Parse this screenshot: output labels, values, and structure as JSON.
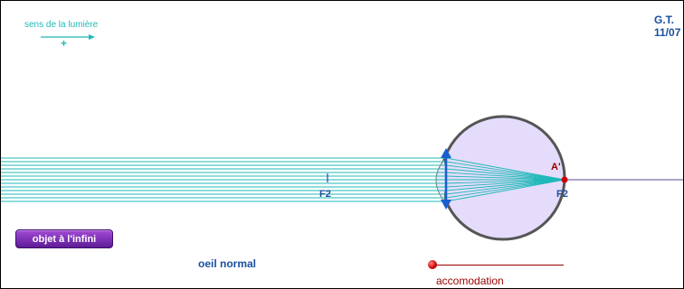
{
  "author": {
    "initials": "G.T.",
    "date": "11/07"
  },
  "light_direction": {
    "label": "sens de la lumière",
    "sign": "+"
  },
  "labels": {
    "focal_object": "F2",
    "focal_image": "F2",
    "image_point": "A'"
  },
  "button": {
    "label": "objet à l'infini"
  },
  "eye_state": "oeil normal",
  "slider": {
    "label": "accomodation",
    "value": 0
  },
  "colors": {
    "rays": "#1fb8b8",
    "lens": "#1a5fd0",
    "eyeball_fill": "#e4dcfa",
    "eyeball_stroke": "#555555",
    "focal_point": "#cc0000",
    "text_blue": "#1a4fa0",
    "button": "#7a2fb8"
  }
}
